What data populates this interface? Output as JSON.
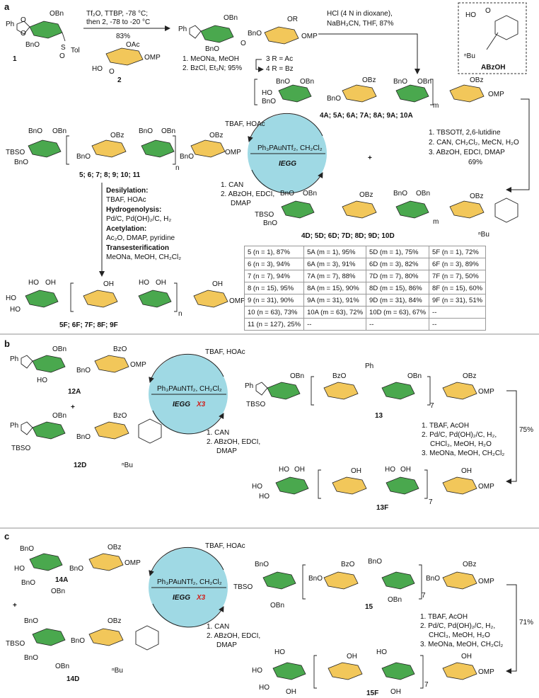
{
  "panels": {
    "a": {
      "label": "a",
      "cmpd1": "1",
      "cmpd2": "2",
      "cond1_line1": "Tf₂O, TTBP, -78 °C;",
      "cond1_line2": "then 2, -78 to -20 °C",
      "cond1_yield": "83%",
      "cond2_line1": "HCl (4 N in dioxane),",
      "cond2_line2": "NaBH₃CN, THF, 87%",
      "cond3_line1": "1. MeONa, MeOH",
      "cond3_line2": "2. BzCl, Et₃N; 95%",
      "r3": "3 R = Ac",
      "r4": "4 R = Bz",
      "abzoh": "ABzOH",
      "nbu": "ⁿBu",
      "acceptors": "4A; 5A; 6A; 7A; 8A; 9A; 10A",
      "donors": "4D; 5D; 6D; 7D; 8D; 9D; 10D",
      "chains": "5; 6; 7; 8; 9; 10; 11",
      "finals": "5F; 6F; 7F; 8F; 9F",
      "cycle_top": "TBAF, HOAc",
      "cycle_cat": "Ph₃PAuNTf₂, CH₂Cl₂",
      "cycle_name": "IEGG",
      "cycle_b1": "1. CAN",
      "cycle_b2": "2. ABzOH, EDCI,",
      "cycle_b3": "DMAP",
      "right_cond1": "1. TBSOTf, 2,6-lutidine",
      "right_cond2": "2. CAN, CH₂Cl₂, MeCN, H₂O",
      "right_cond3": "3. ABzOH, EDCI, DMAP",
      "right_yield": "69%",
      "desil_h": "Desilylation:",
      "desil_c": "TBAF, HOAc",
      "hydro_h": "Hydrogenolysis:",
      "hydro_c": "Pd/C, Pd(OH)₂/C, H₂",
      "acet_h": "Acetylation:",
      "acet_c": "Ac₂O, DMAP, pyridine",
      "trans_h": "Transesterification",
      "trans_c": "MeONa, MeOH, CH₂Cl₂",
      "plus": "+"
    },
    "b": {
      "label": "b",
      "acceptor": "12A",
      "donor": "12D",
      "product": "13",
      "final": "13F",
      "cycle_top": "TBAF, HOAc",
      "cycle_cat": "Ph₃PAuNTf₂, CH₂Cl₂",
      "cycle_name": "IEGG",
      "cycle_mult": "X3",
      "cycle_b1": "1. CAN",
      "cycle_b2": "2. ABzOH, EDCI,",
      "cycle_b3": "DMAP",
      "cond1": "1. TBAF, AcOH",
      "cond2": "2. Pd/C, Pd(OH)₂/C, H₂,",
      "cond2b": "CHCl₃, MeOH, H₂O",
      "cond3": "3. MeONa, MeOH, CH₂Cl₂",
      "yield": "75%",
      "subscript": "7",
      "nbu": "ⁿBu",
      "plus": "+"
    },
    "c": {
      "label": "c",
      "acceptor": "14A",
      "donor": "14D",
      "product": "15",
      "final": "15F",
      "cycle_top": "TBAF, HOAc",
      "cycle_cat": "Ph₃PAuNTf₂, CH₂Cl₂",
      "cycle_name": "IEGG",
      "cycle_mult": "X3",
      "cycle_b1": "1. CAN",
      "cycle_b2": "2. ABzOH, EDCI,",
      "cycle_b3": "DMAP",
      "cond1": "1. TBAF, AcOH",
      "cond2": "2. Pd/C, Pd(OH)₂/C, H₂,",
      "cond2b": "CHCl₃, MeOH, H₂O",
      "cond3": "3. MeONa, MeOH, CH₂Cl₂",
      "yield": "71%",
      "subscript": "7",
      "nbu": "ⁿBu",
      "plus": "+"
    }
  },
  "groups": {
    "BnO": "BnO",
    "OBn": "OBn",
    "OBz": "OBz",
    "BzO": "BzO",
    "OMP": "OMP",
    "TBSO": "TBSO",
    "HO": "HO",
    "OH": "OH",
    "OAc": "OAc",
    "OR": "OR",
    "Ph": "Ph",
    "O": "O",
    "Tol": "Tol",
    "S": "S",
    "n": "n",
    "m": "m",
    "HOn": "HO"
  },
  "yield_table": [
    [
      "5 (n = 1), 87%",
      "5A (m = 1), 95%",
      "5D (m = 1), 75%",
      "5F (n = 1), 72%"
    ],
    [
      "6 (n = 3), 94%",
      "6A (m = 3), 91%",
      "6D (m = 3), 82%",
      "6F (n = 3), 89%"
    ],
    [
      "7 (n = 7), 94%",
      "7A (m = 7), 88%",
      "7D (m = 7), 80%",
      "7F (n = 7), 50%"
    ],
    [
      "8 (n = 15), 95%",
      "8A (m = 15), 90%",
      "8D (m = 15), 86%",
      "8F (n = 15), 60%"
    ],
    [
      "9 (n = 31), 90%",
      "9A (m = 31), 91%",
      "9D (m = 31), 84%",
      "9F (n = 31), 51%"
    ],
    [
      "10 (n = 63), 73%",
      "10A (m = 63), 72%",
      "10D (m = 63), 67%",
      "--"
    ],
    [
      "11 (n = 127), 25%",
      "--",
      "--",
      "--"
    ]
  ],
  "colors": {
    "glucose": "#4aa84e",
    "xylose": "#f2c75a",
    "cycle": "#9fd9e4",
    "highlight": "#d0201c"
  }
}
